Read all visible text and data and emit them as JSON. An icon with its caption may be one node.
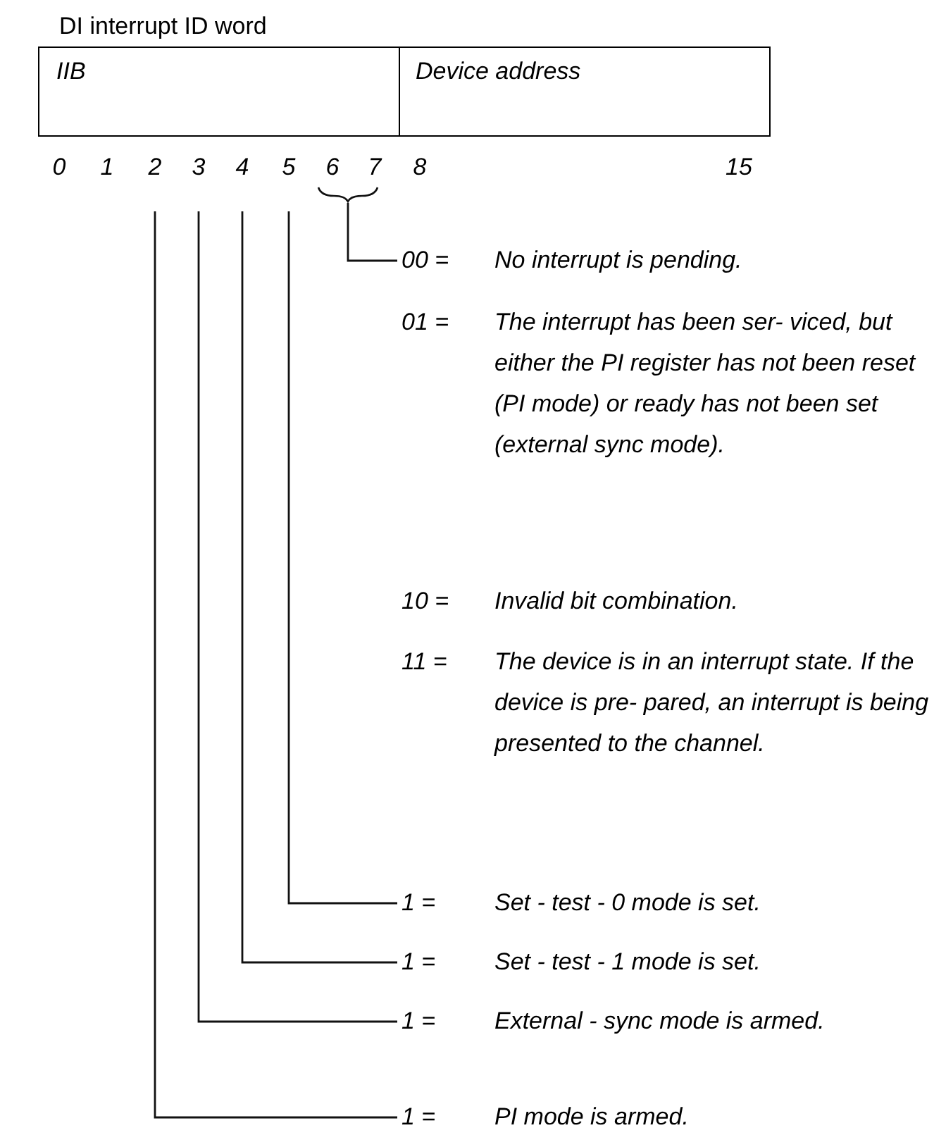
{
  "diagram": {
    "title": "DI interrupt ID word",
    "nodes": [
      {
        "text": [
          "IIB"
        ]
      },
      {
        "text": [
          "Device address"
        ]
      },
      {
        "text": [
          "2"
        ]
      },
      {
        "text": [
          "3"
        ]
      },
      {
        "text": [
          "4"
        ]
      },
      {
        "text": [
          "5"
        ]
      },
      {
        "text": [],
        "shape": "brace"
      },
      {
        "text": [
          "00 =",
          "No interrupt is pending."
        ]
      },
      {
        "text": [
          "01 =",
          "The interrupt has been ser- viced, but either the PI register has not been reset (PI mode) or ready has not been set (external sync mode)."
        ]
      },
      {
        "text": [
          "10 =",
          "Invalid bit combination."
        ]
      },
      {
        "text": [
          "11 =",
          "The device is in an interrupt state.  If the device is pre- pared, an interrupt is being presented to the channel."
        ]
      },
      {
        "text": [
          "1 =",
          "Set - test - 0 mode is set."
        ]
      },
      {
        "text": [
          "1 =",
          "Set - test - 1 mode is set."
        ]
      },
      {
        "text": [
          "1 =",
          "External - sync mode is armed."
        ]
      },
      {
        "text": [
          "1 =",
          "PI mode is armed."
        ]
      }
    ],
    "edges": [
      {
        "from": 6,
        "to": 7,
        "arrow": "none"
      },
      {
        "from": 5,
        "to": 11,
        "arrow": "none"
      },
      {
        "from": 4,
        "to": 12,
        "arrow": "none"
      },
      {
        "from": 3,
        "to": 13,
        "arrow": "none"
      },
      {
        "from": 2,
        "to": 14,
        "arrow": "none"
      }
    ],
    "labels": [
      "0",
      "1",
      "6",
      "7",
      "8",
      "15"
    ]
  }
}
